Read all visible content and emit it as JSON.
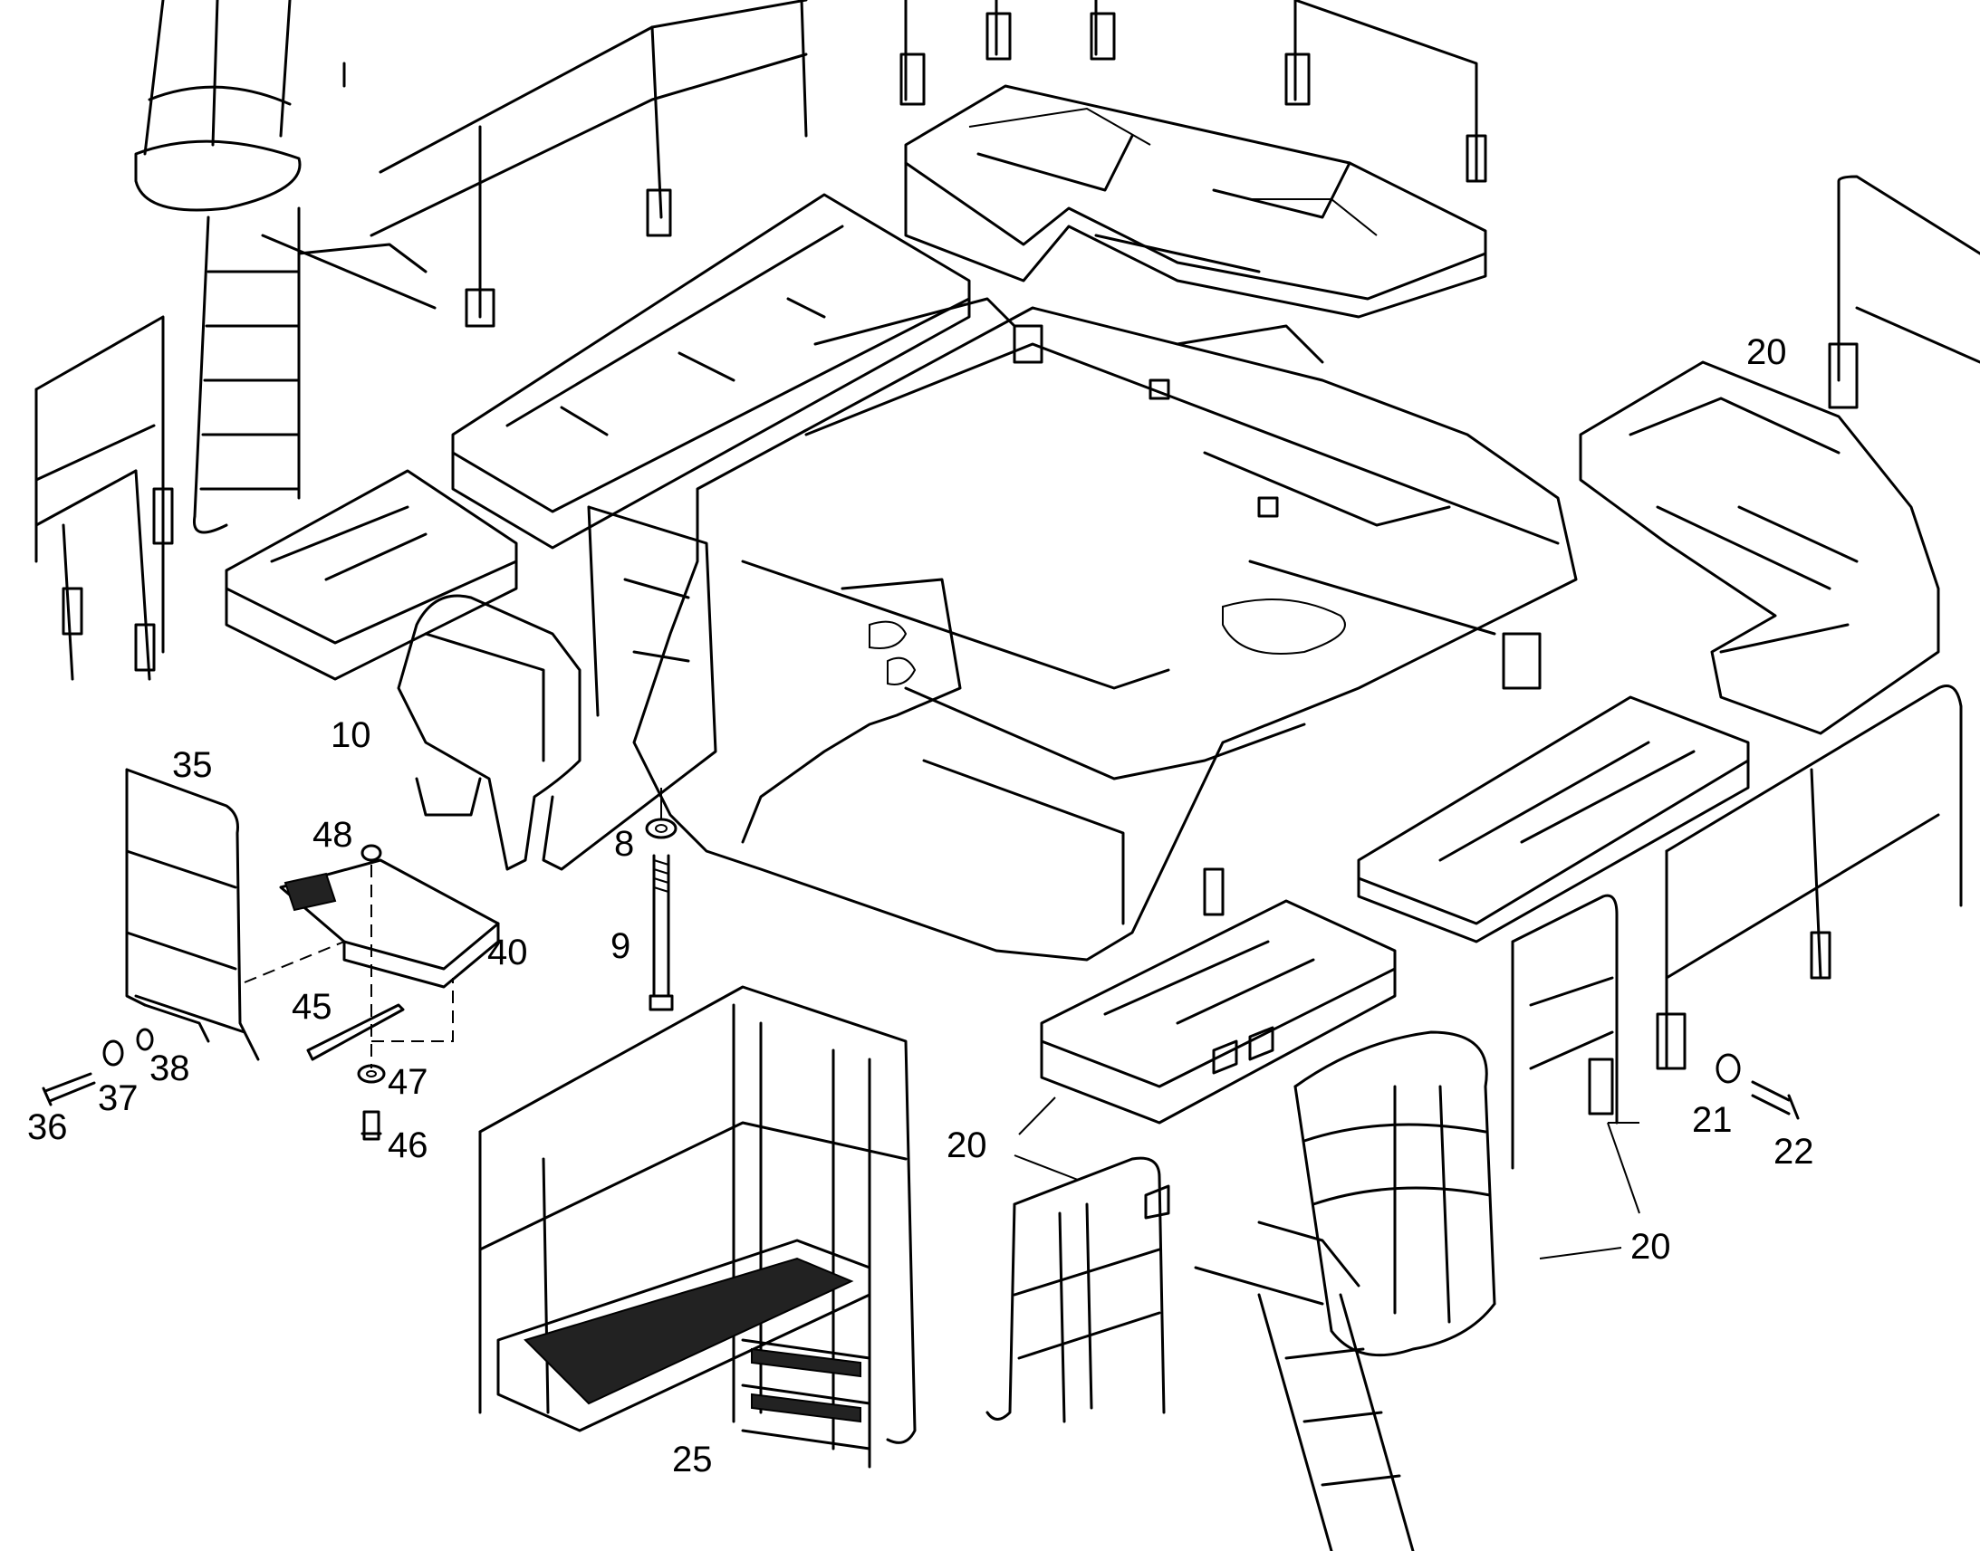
{
  "diagram": {
    "callouts": [
      {
        "id": "c20a",
        "text": "20"
      },
      {
        "id": "c10",
        "text": "10"
      },
      {
        "id": "c35",
        "text": "35"
      },
      {
        "id": "c48",
        "text": "48"
      },
      {
        "id": "c8",
        "text": "8"
      },
      {
        "id": "c40",
        "text": "40"
      },
      {
        "id": "c9",
        "text": "9"
      },
      {
        "id": "c45",
        "text": "45"
      },
      {
        "id": "c38",
        "text": "38"
      },
      {
        "id": "c47",
        "text": "47"
      },
      {
        "id": "c37",
        "text": "37"
      },
      {
        "id": "c36",
        "text": "36"
      },
      {
        "id": "c46",
        "text": "46"
      },
      {
        "id": "c20b",
        "text": "20"
      },
      {
        "id": "c21",
        "text": "21"
      },
      {
        "id": "c22",
        "text": "22"
      },
      {
        "id": "c20c",
        "text": "20"
      },
      {
        "id": "c25",
        "text": "25"
      }
    ]
  }
}
